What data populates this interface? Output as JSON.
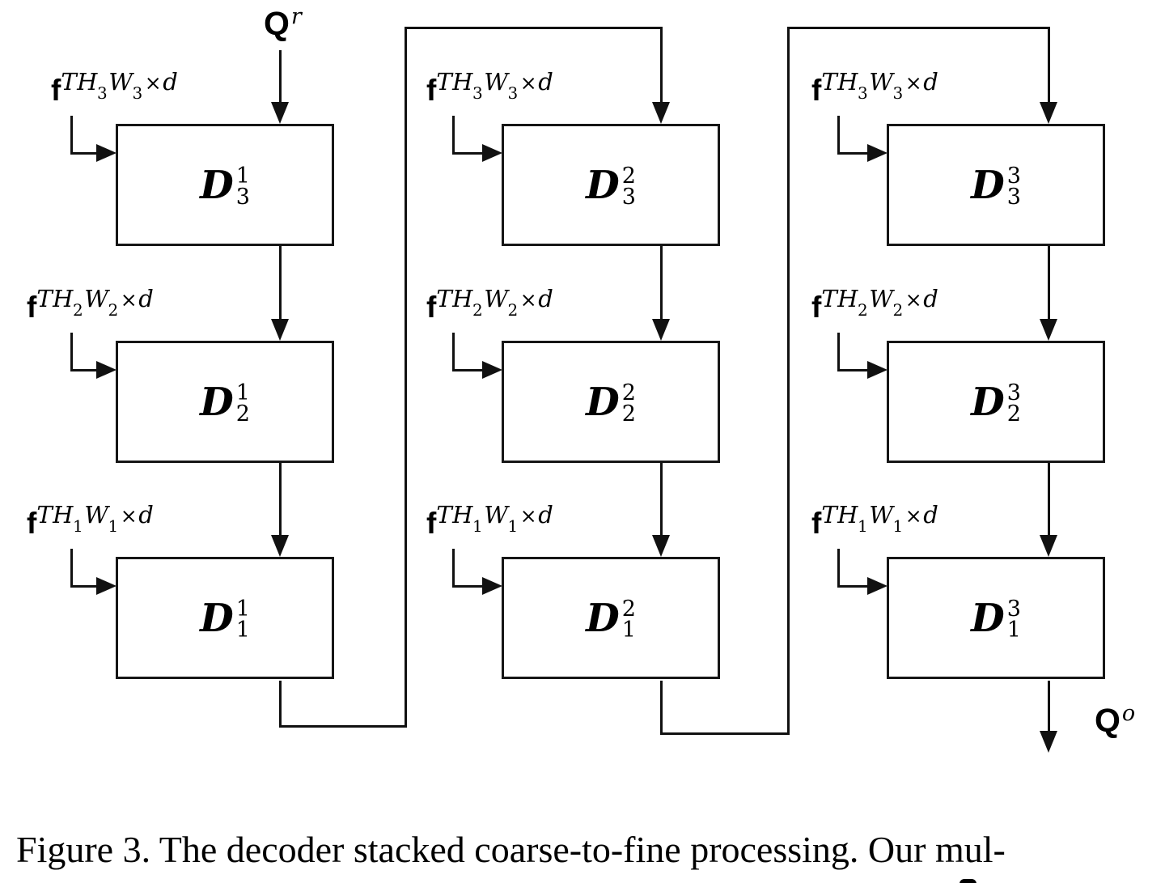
{
  "figure": {
    "caption": "Figure 3. The decoder stacked coarse-to-fine processing. Our mul-",
    "q_input": {
      "base": "Q",
      "sup": "r"
    },
    "q_output": {
      "base": "Q",
      "sup": "o"
    },
    "row_inputs": [
      {
        "base": "f",
        "sup_th": "TH",
        "sub1": "3",
        "sup_w": "W",
        "sub2": "3",
        "times": "×",
        "dim": "d"
      },
      {
        "base": "f",
        "sup_th": "TH",
        "sub1": "2",
        "sup_w": "W",
        "sub2": "2",
        "times": "×",
        "dim": "d"
      },
      {
        "base": "f",
        "sup_th": "TH",
        "sub1": "1",
        "sup_w": "W",
        "sub2": "1",
        "times": "×",
        "dim": "d"
      }
    ],
    "blocks": [
      {
        "letter": "D",
        "sup": "1",
        "sub": "3"
      },
      {
        "letter": "D",
        "sup": "1",
        "sub": "2"
      },
      {
        "letter": "D",
        "sup": "1",
        "sub": "1"
      },
      {
        "letter": "D",
        "sup": "2",
        "sub": "3"
      },
      {
        "letter": "D",
        "sup": "2",
        "sub": "2"
      },
      {
        "letter": "D",
        "sup": "2",
        "sub": "1"
      },
      {
        "letter": "D",
        "sup": "3",
        "sub": "3"
      },
      {
        "letter": "D",
        "sup": "3",
        "sub": "2"
      },
      {
        "letter": "D",
        "sup": "3",
        "sub": "1"
      }
    ]
  }
}
